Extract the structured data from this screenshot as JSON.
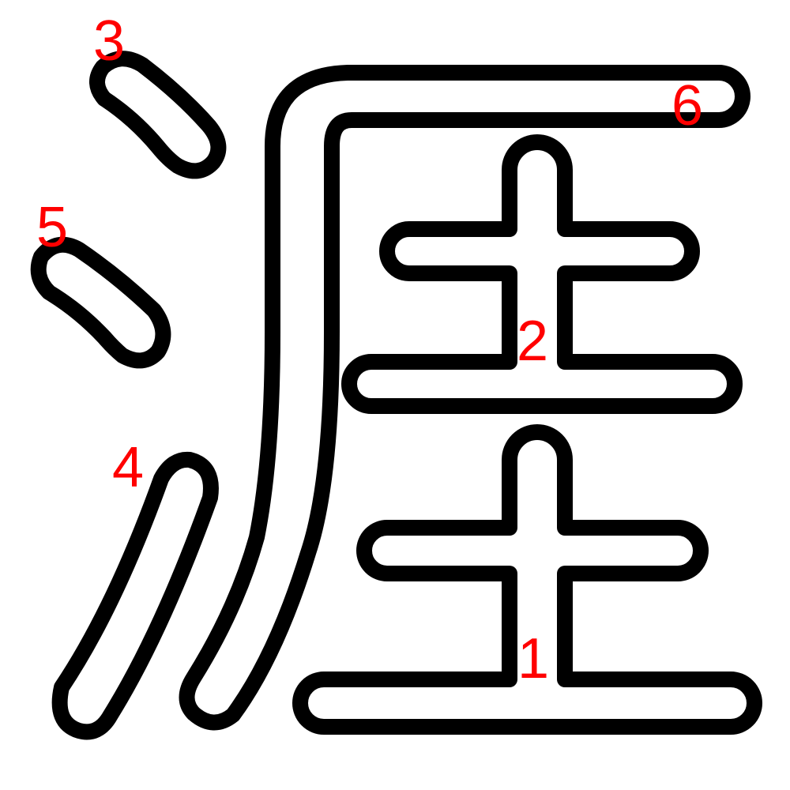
{
  "character": "涯",
  "colors": {
    "outline": "#000000",
    "fill": "#ffffff",
    "number": "#ff0000",
    "background": "#ffffff"
  },
  "stroke_numbers": {
    "n1": "1",
    "n2": "2",
    "n3": "3",
    "n4": "4",
    "n5": "5",
    "n6": "6"
  }
}
